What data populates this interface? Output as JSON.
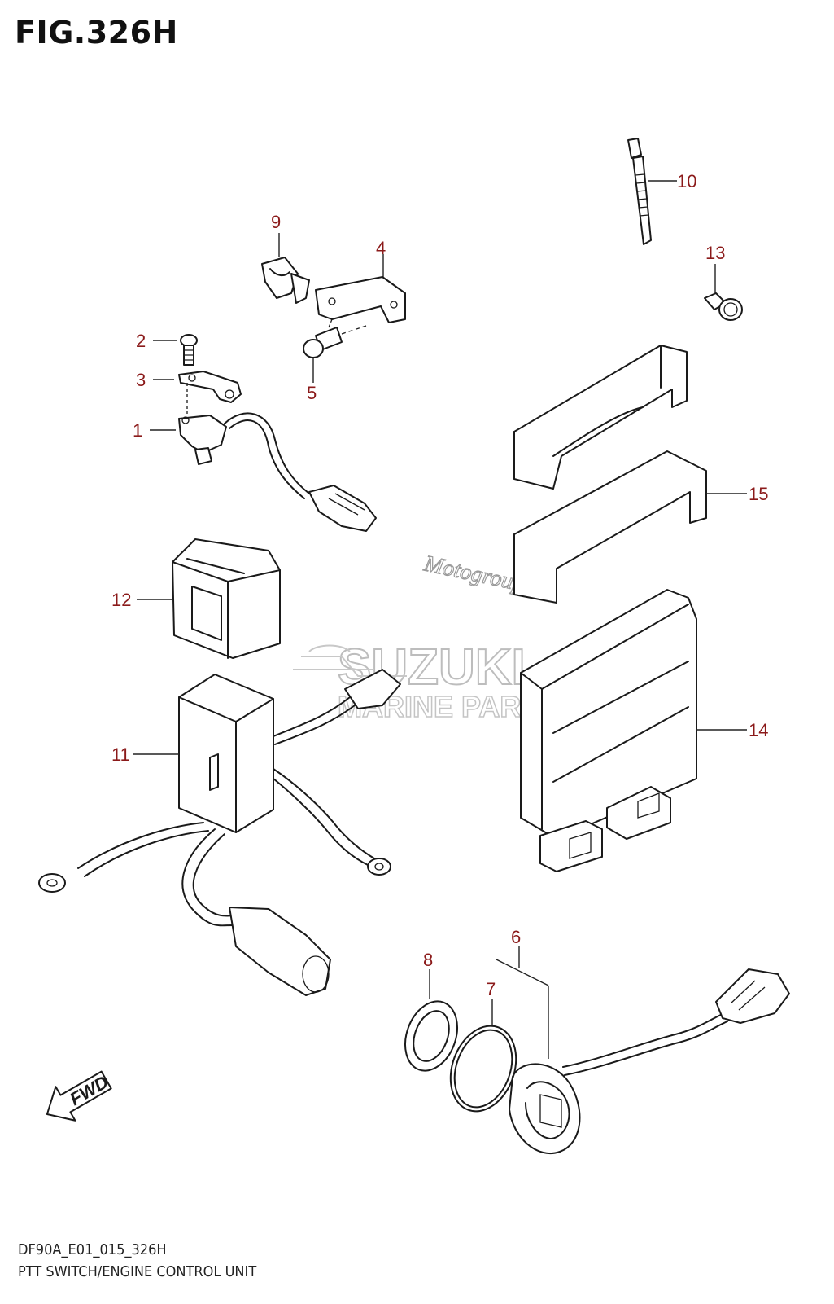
{
  "figure": {
    "title": "FIG.326H",
    "code": "DF90A_E01_015_326H",
    "name": "PTT SWITCH/ENGINE CONTROL UNIT"
  },
  "callouts": [
    "1",
    "2",
    "3",
    "4",
    "5",
    "6",
    "7",
    "8",
    "9",
    "10",
    "11",
    "12",
    "13",
    "14",
    "15"
  ],
  "watermark": {
    "brand": "SUZUKI",
    "sub": "MARINE PARTS",
    "site": "Motogroup.pl"
  },
  "fwd_label": "FWD",
  "colors": {
    "callout": "#8b1a1a",
    "line": "#1a1a1a"
  }
}
